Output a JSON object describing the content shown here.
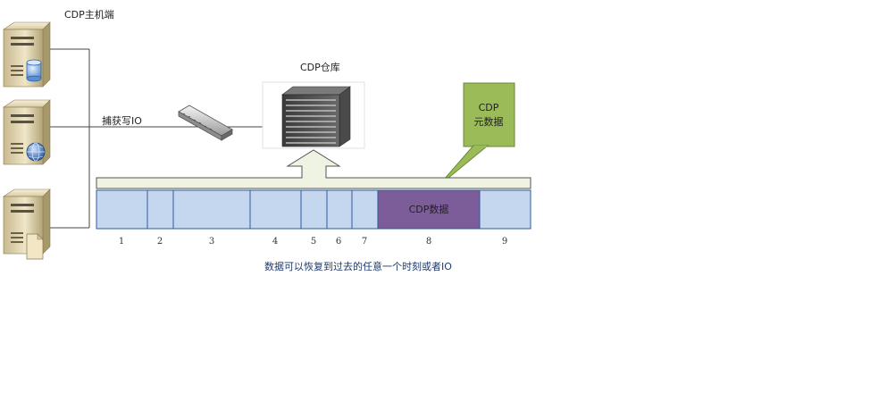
{
  "hosts_label": "CDP主机端",
  "capture_label": "捕获写IO",
  "repo_label": "CDP仓库",
  "meta_label_line1": "CDP",
  "meta_label_line2": "元数据",
  "cdp_data_label": "CDP数据",
  "caption": "数据可以恢复到过去的任意一个时刻或者IO",
  "segments": [
    "1",
    "2",
    "3",
    "4",
    "5",
    "6",
    "7",
    "8",
    "9"
  ],
  "colors": {
    "segment_fill": "#c5d7ee",
    "segment_highlight": "#7d5c9a",
    "metadata_box": "#9bbb59",
    "arrow_fill": "#eef3e2"
  },
  "icons": [
    "server-database-icon",
    "server-globe-icon",
    "server-document-icon",
    "network-switch-icon",
    "storage-array-icon"
  ]
}
